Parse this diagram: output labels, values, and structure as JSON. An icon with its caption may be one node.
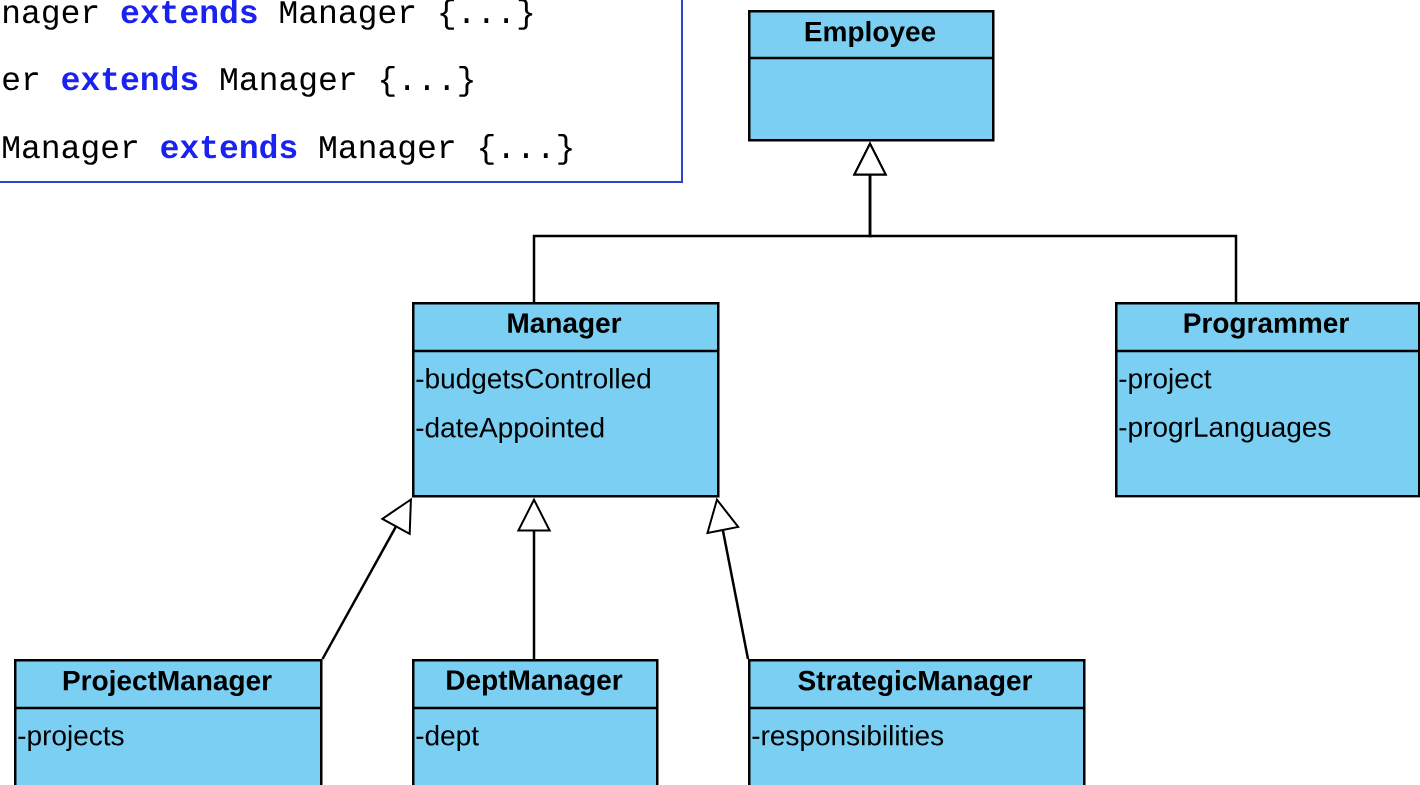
{
  "diagram": {
    "nodes": [
      {
        "text": [
          "nager **extends** Manager {...}",
          "er **extends** Manager {...}",
          "Manager **extends** Manager {...}"
        ]
      },
      {
        "text": [
          "Employee"
        ]
      },
      {
        "text": [
          "Manager",
          "-budgetsControlled",
          "-dateAppointed"
        ]
      },
      {
        "text": [
          "Programmer",
          "-project",
          "-progrLanguages"
        ]
      },
      {
        "text": [
          "ProjectManager",
          "-projects"
        ]
      },
      {
        "text": [
          "DeptManager",
          "-dept"
        ]
      },
      {
        "text": [
          "StrategicManager",
          "-responsibilities"
        ]
      }
    ],
    "edges": [
      {
        "from": 2,
        "to": 1,
        "arrow": "to"
      },
      {
        "from": 3,
        "to": 1,
        "arrow": "to"
      },
      {
        "from": 4,
        "to": 2,
        "arrow": "to"
      },
      {
        "from": 5,
        "to": 2,
        "arrow": "to"
      },
      {
        "from": 6,
        "to": 2,
        "arrow": "to"
      }
    ]
  }
}
